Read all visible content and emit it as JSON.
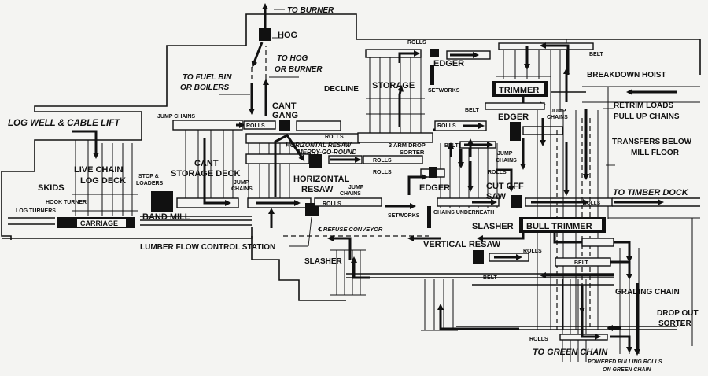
{
  "diagram": {
    "title": "Sawmill lumber flow layout",
    "labels": {
      "to_burner": "TO BURNER",
      "hog": "HOG",
      "to_hog_or_burner_1": "TO HOG",
      "to_hog_or_burner_2": "OR BURNER",
      "to_fuel_bin_1": "TO FUEL BIN",
      "to_fuel_bin_2": "OR BOILERS",
      "log_well": "LOG WELL & CABLE LIFT",
      "live_chain_1": "LIVE CHAIN",
      "live_chain_2": "LOG DECK",
      "skids": "SKIDS",
      "hook_turner": "HOOK TURNER",
      "log_turners": "LOG TURNERS",
      "carriage": "CARRIAGE",
      "stop_loaders_1": "STOP &",
      "stop_loaders_2": "LOADERS",
      "band_mill": "BAND MILL",
      "jump_chains": "JUMP CHAINS",
      "jump_chains_a": "JUMP",
      "jump_chains_b": "CHAINS",
      "cant_storage_1": "CANT",
      "cant_storage_2": "STORAGE DECK",
      "cant_gang_1": "CANT",
      "cant_gang_2": "GANG",
      "rolls": "ROLLS",
      "belt": "BELT",
      "decline": "DECLINE",
      "storage": "STORAGE",
      "edger": "EDGER",
      "setworks": "SETWORKS",
      "trimmer": "TRIMMER",
      "breakdown_hoist": "BREAKDOWN HOIST",
      "retrim_1": "RETRIM LOADS",
      "retrim_2": "PULL UP CHAINS",
      "transfers_1": "TRANSFERS BELOW",
      "transfers_2": "MILL FLOOR",
      "hr_mgr_1": "HORIZONTAL RESAW",
      "hr_mgr_2": "MERRY-GO-ROUND",
      "three_arm_1": "3 ARM DROP",
      "three_arm_2": "SORTER",
      "horizontal_resaw_1": "HORIZONTAL",
      "horizontal_resaw_2": "RESAW",
      "cut_off_1": "CUT OFF",
      "cut_off_2": "SAW",
      "to_timber_dock": "TO TIMBER DOCK",
      "chains_underneath": "CHAINS UNDERNEATH",
      "slasher": "SLASHER",
      "bull_trimmer": "BULL TRIMMER",
      "refuse_conveyor": "℄ REFUSE CONVEYOR",
      "lumber_flow": "LUMBER FLOW CONTROL STATION",
      "vertical_resaw": "VERTICAL RESAW",
      "grading_chain": "GRADING CHAIN",
      "drop_out_1": "DROP OUT",
      "drop_out_2": "SORTER",
      "to_green_chain": "TO GREEN CHAIN",
      "powered_1": "POWERED PULLING ROLLS",
      "powered_2": "ON GREEN CHAIN"
    }
  }
}
